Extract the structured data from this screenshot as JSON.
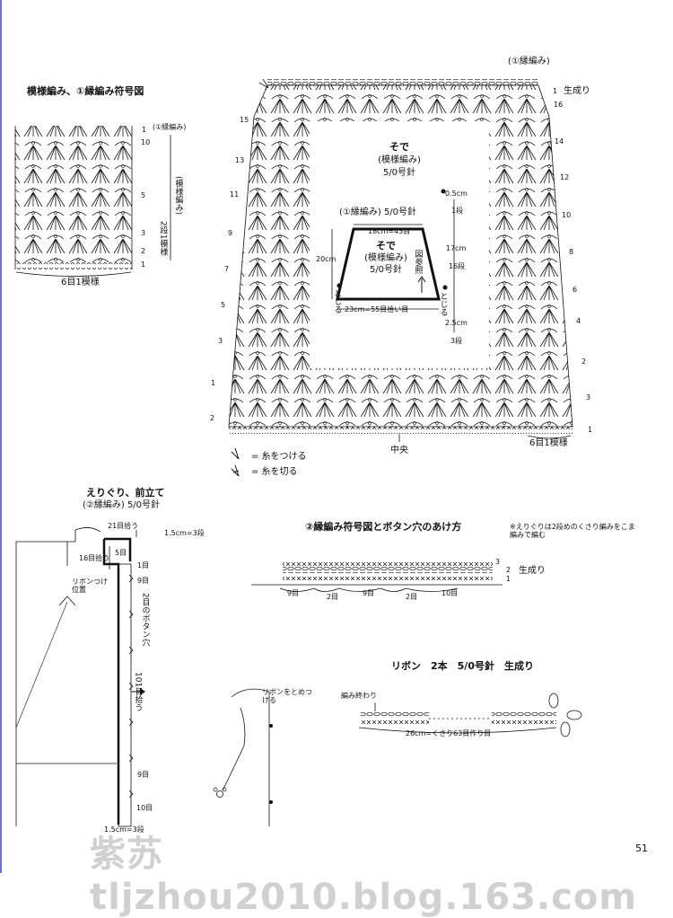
{
  "colors": {
    "ink": "#111111",
    "accent_bar": "#6d6de0",
    "watermark": "#c8c8c8"
  },
  "pattern_chart": {
    "title": "模様編み、①縁編み符号図",
    "edge_note": "(①縁編み)",
    "vertical_note": "(模様編み)",
    "repeat_rows": "2段1模様",
    "repeat_stitches": "6目1模様",
    "row_numbers": [
      "1",
      "10",
      "5",
      "3",
      "2",
      "1"
    ]
  },
  "sleeve": {
    "edge_label": "(①縁編み)",
    "yarn_color": "生成り",
    "title": "そで",
    "subtitle": "(模様編み)",
    "needle": "5/0号針",
    "left_rows": [
      "15",
      "13",
      "11",
      "9",
      "7",
      "5",
      "3",
      "1",
      "2"
    ],
    "right_rows": [
      "1",
      "16",
      "14",
      "12",
      "10",
      "8",
      "6",
      "4",
      "2",
      "3",
      "1"
    ],
    "center": "中央",
    "repeat": "6目1模様",
    "legend_attach": "= 糸をつける",
    "legend_cut": "= 糸を切る",
    "schematic": {
      "edge": "(①縁編み) 5/0号針",
      "top": "18cm=43目",
      "inner_title": "そで",
      "inner_sub": "(模様編み)",
      "inner_needle": "5/0号針",
      "ref_chart": "図参照",
      "height": "20cm",
      "join_left": "とじる",
      "join_right": "とじる",
      "bottom": "23cm=55目拾い目",
      "d1_cm": "0.5cm",
      "d1_rows": "1段",
      "d2_cm": "17cm",
      "d2_rows": "16段",
      "d3_cm": "2.5cm",
      "d3_rows": "3段"
    }
  },
  "collar": {
    "title": "えりぐり、前立て",
    "subtitle": "(②縁編み) 5/0号針",
    "pick21": "21目拾う",
    "top_cm": "1.5cm=3段",
    "five": "5目",
    "sixteen": "16目拾う",
    "one_top": "1目",
    "nine_top": "9目",
    "ribbon_pos": "リボンつけ位置",
    "buttonhole": "2目のボタン穴",
    "pick101": "101目拾う",
    "nine_bottom": "9目",
    "ten": "10目",
    "bottom_cm": "1.5cm=3段"
  },
  "chart2": {
    "title": "②縁編み符号図とボタン穴のあけ方",
    "note": "※えりぐりは2段めのくさり編みをこま編みで編む",
    "rows": [
      "3",
      "2",
      "1"
    ],
    "color": "生成り",
    "spans": [
      "9目",
      "2目",
      "9目",
      "2目",
      "10目"
    ]
  },
  "ribbon": {
    "title": "リボン　2本　5/0号針　生成り",
    "attach": "リボンをとめつける",
    "end_label": "編み終わり",
    "length": "26cm=くさり63目作り目"
  },
  "watermark": "紫苏tljzhou2010.blog.163.com",
  "page_number": "51"
}
